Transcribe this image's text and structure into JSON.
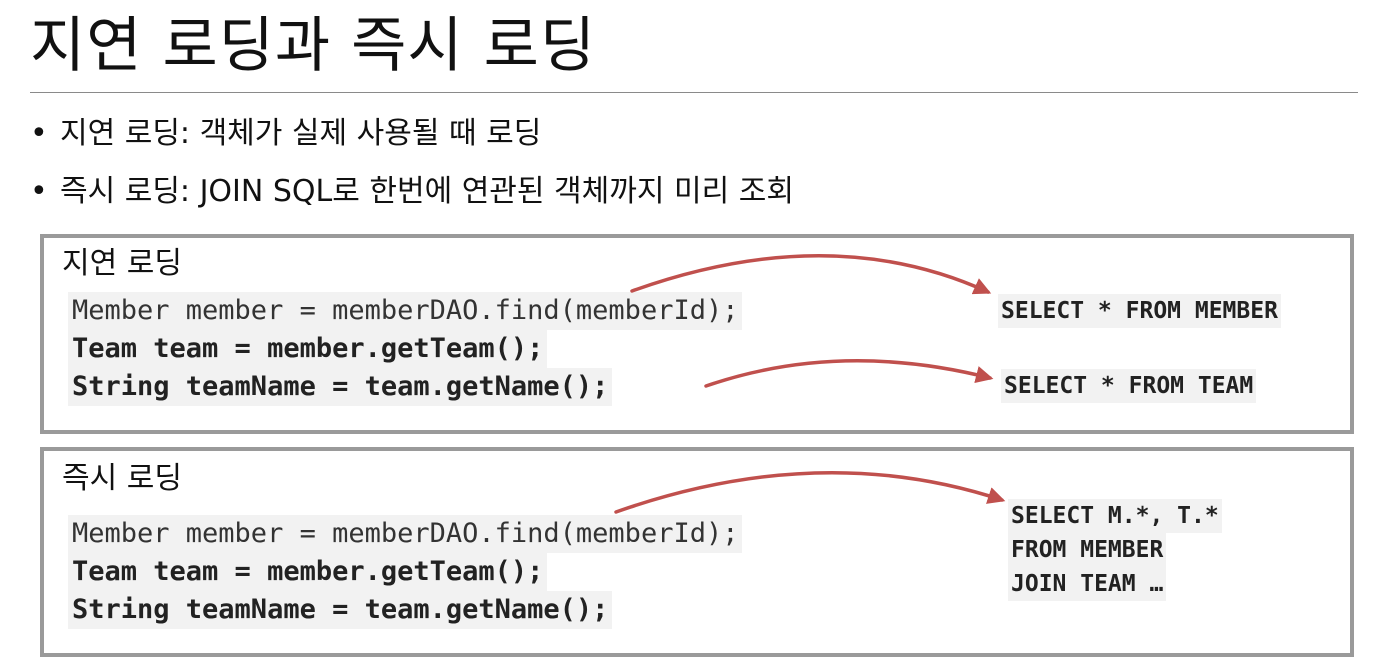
{
  "title": "지연 로딩과 즉시 로딩",
  "bullets": [
    "지연 로딩: 객체가 실제 사용될 때 로딩",
    "즉시 로딩: JOIN SQL로 한번에 연관된 객체까지 미리 조회"
  ],
  "bullet_symbol": "•",
  "lazy": {
    "heading": "지연 로딩",
    "code": [
      "Member member = memberDAO.find(memberId);",
      "Team team = member.getTeam();",
      "String teamName = team.getName();"
    ],
    "sql": [
      "SELECT * FROM MEMBER",
      "SELECT * FROM TEAM"
    ]
  },
  "eager": {
    "heading": "즉시 로딩",
    "code": [
      "Member member = memberDAO.find(memberId);",
      "Team team = member.getTeam();",
      "String teamName = team.getName();"
    ],
    "sql": [
      "SELECT M.*, T.*",
      "FROM MEMBER",
      "JOIN TEAM …"
    ]
  },
  "colors": {
    "arrow": "#c0504d",
    "panel_border": "#9a9a9a",
    "code_background": "#f2f2f2"
  }
}
